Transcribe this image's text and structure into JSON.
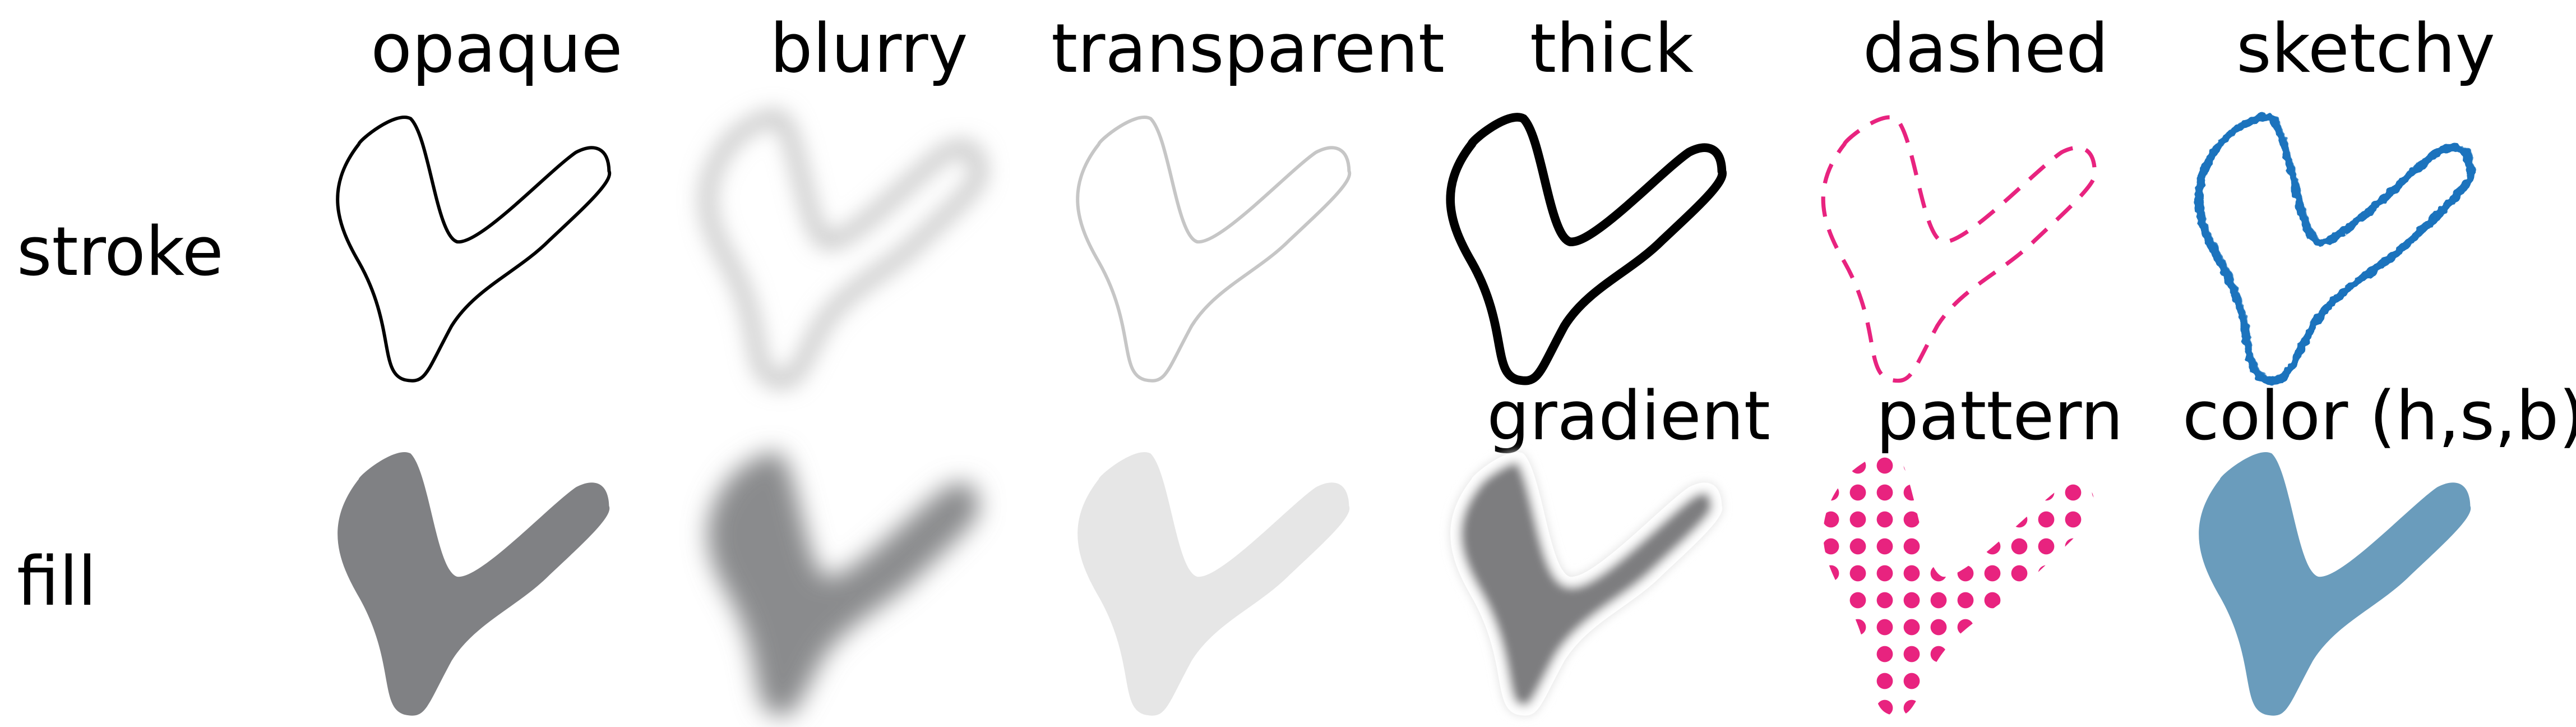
{
  "row_labels": {
    "stroke": "stroke",
    "fill": "fill"
  },
  "stroke_styles": [
    {
      "key": "opaque",
      "label": "opaque"
    },
    {
      "key": "blurry",
      "label": "blurry"
    },
    {
      "key": "transparent",
      "label": "transparent"
    },
    {
      "key": "thick",
      "label": "thick"
    },
    {
      "key": "dashed",
      "label": "dashed"
    },
    {
      "key": "sketchy",
      "label": "sketchy"
    }
  ],
  "fill_styles": [
    {
      "key": "opaque",
      "label": ""
    },
    {
      "key": "blurry",
      "label": ""
    },
    {
      "key": "transparent",
      "label": ""
    },
    {
      "key": "gradient",
      "label": "gradient"
    },
    {
      "key": "pattern",
      "label": "pattern"
    },
    {
      "key": "color",
      "label": "color (h,s,b)"
    }
  ],
  "colors": {
    "black": "#000000",
    "gray_fill": "#808184",
    "light_gray": "#c6c6c6",
    "lighter_gray": "#e6e6e6",
    "magenta": "#e8237f",
    "blue_stroke": "#1a73bd",
    "steel_blue": "#6a9cbc"
  }
}
